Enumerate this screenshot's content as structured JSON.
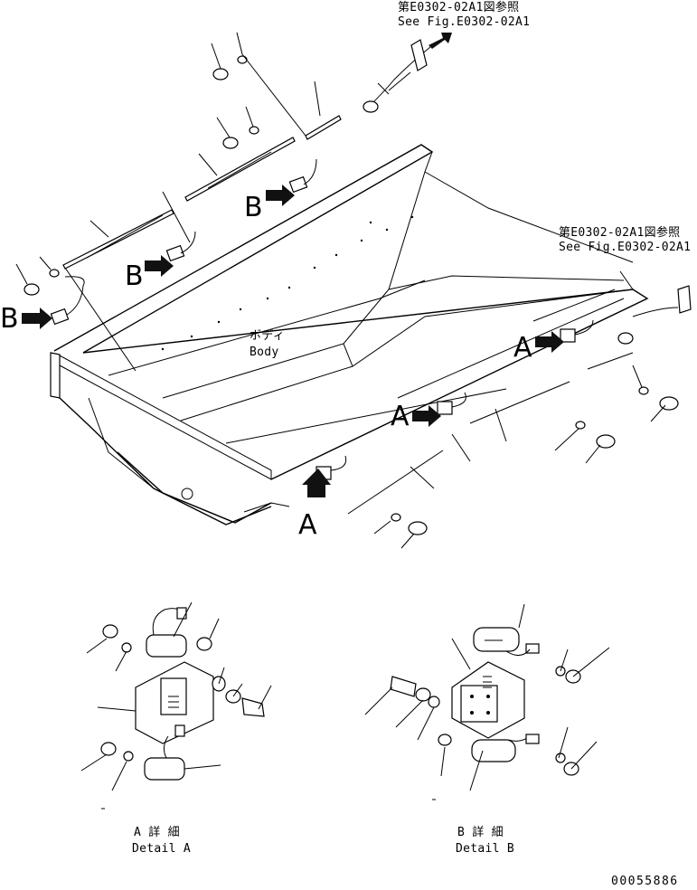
{
  "refs": {
    "top_ref_jp": "第E0302-02A1図参照",
    "top_ref_en": "See Fig.E0302-02A1",
    "right_ref_jp": "第E0302-02A1図参照",
    "right_ref_en": "See Fig.E0302-02A1"
  },
  "body_label": {
    "jp": "ボディ",
    "en": "Body"
  },
  "view_markers": {
    "a": "A",
    "b": "B"
  },
  "detail_a": {
    "jp": "A 詳 細",
    "en": "Detail A"
  },
  "detail_b": {
    "jp": "B 詳 細",
    "en": "Detail B"
  },
  "drawing_number": "00055886"
}
